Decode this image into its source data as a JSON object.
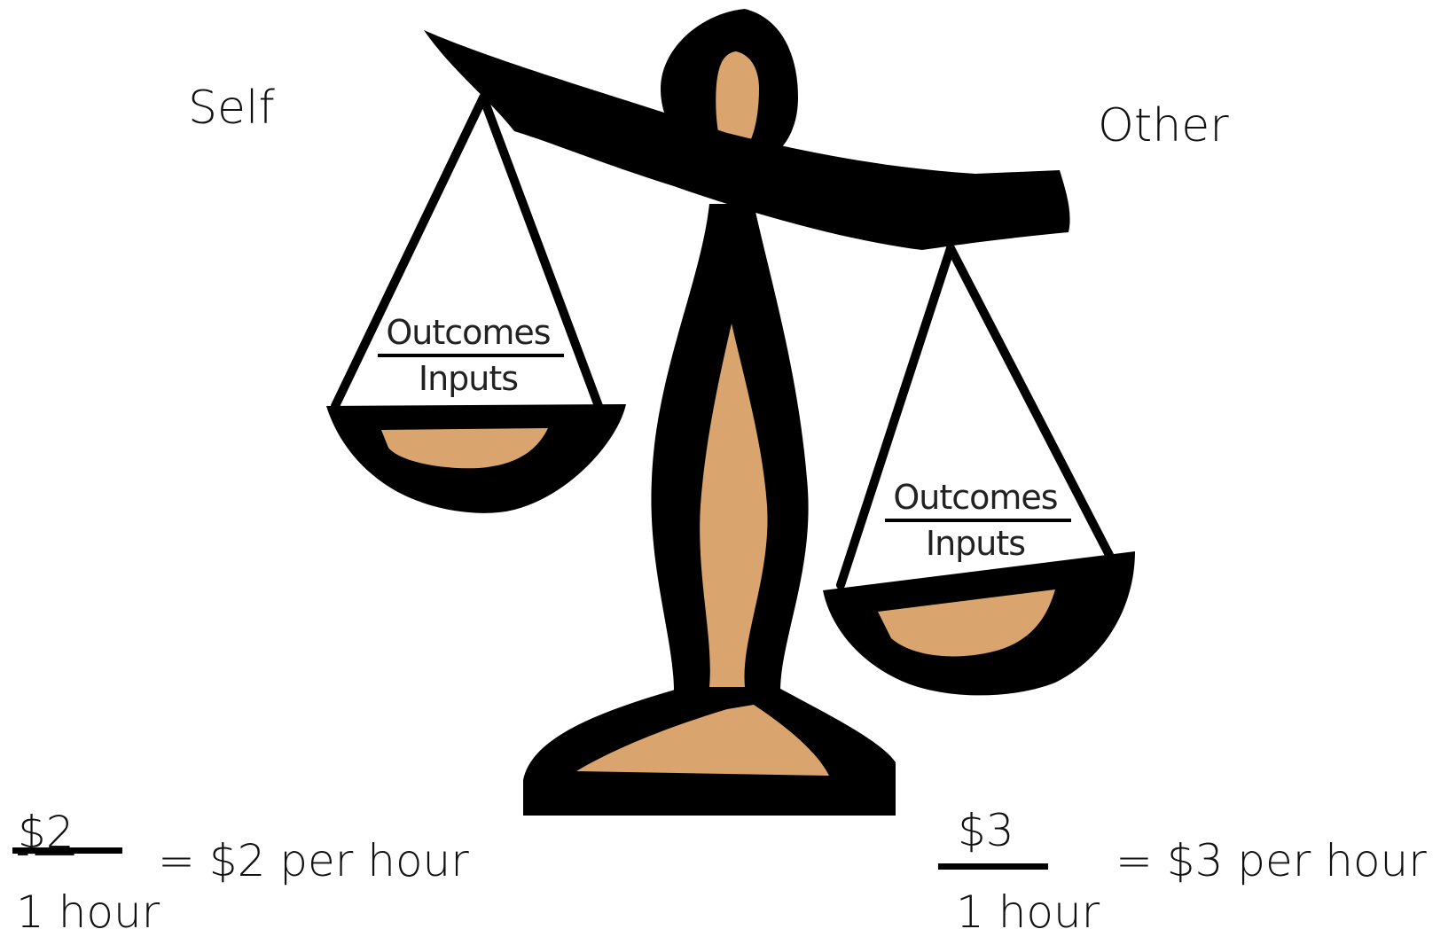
{
  "labels": {
    "self": "Self",
    "other": "Other"
  },
  "left_pan": {
    "numerator": "Outcomes",
    "denominator": "Inputs"
  },
  "right_pan": {
    "numerator": "Outcomes",
    "denominator": "Inputs"
  },
  "self_ratio": {
    "numerator": "$2",
    "denominator": "1 hour",
    "result": "= $2 per hour"
  },
  "other_ratio": {
    "numerator": "$3",
    "denominator": "1 hour",
    "result": "= $3 per hour"
  },
  "colors": {
    "outline": "#000000",
    "fill": "#d9a46d",
    "background": "#ffffff"
  },
  "icons": {
    "scale": "balance-scale-icon"
  }
}
